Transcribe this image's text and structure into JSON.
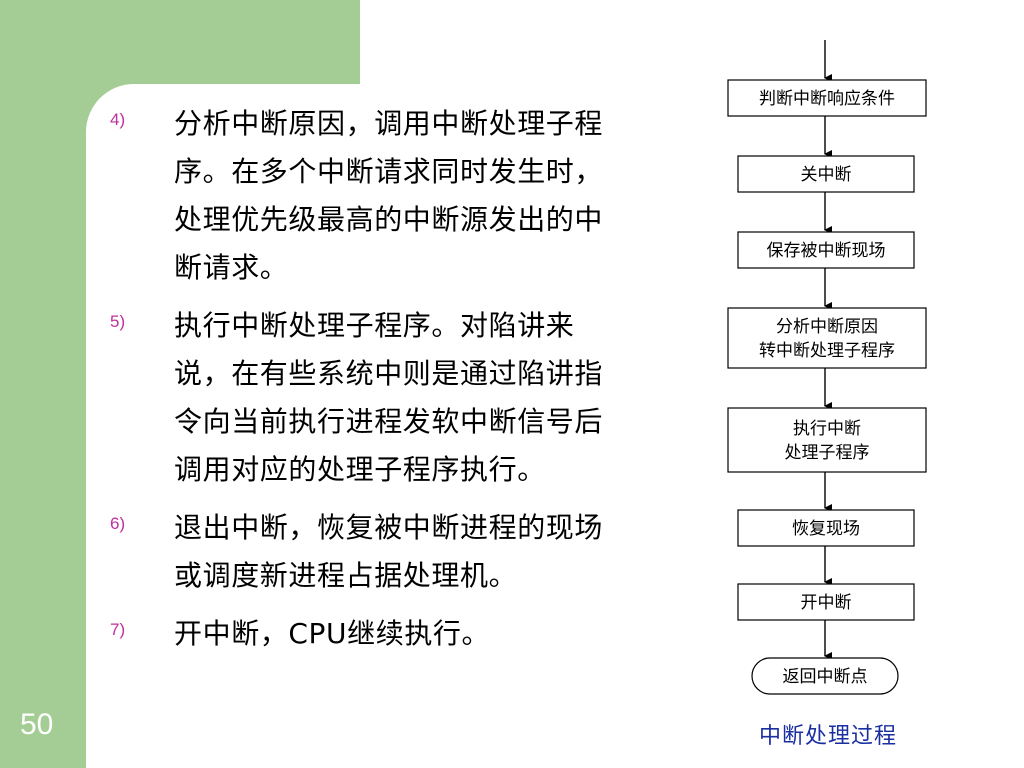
{
  "slide": {
    "page_number": "50"
  },
  "list": {
    "items": [
      {
        "num": "4)",
        "text": "分析中断原因，调用中断处理子程序。在多个中断请求同时发生时，处理优先级最高的中断源发出的中断请求。"
      },
      {
        "num": "5)",
        "text": "执行中断处理子程序。对陷讲来说，在有些系统中则是通过陷讲指令向当前执行进程发软中断信号后调用对应的处理子程序执行。"
      },
      {
        "num": "6)",
        "text": "退出中断，恢复被中断进程的现场或调度新进程占据处理机。"
      },
      {
        "num": "7)",
        "text": "开中断，CPU继续执行。"
      }
    ]
  },
  "flowchart": {
    "steps": [
      {
        "line1": "判断中断响应条件",
        "line2": ""
      },
      {
        "line1": "关中断",
        "line2": ""
      },
      {
        "line1": "保存被中断现场",
        "line2": ""
      },
      {
        "line1": "分析中断原因",
        "line2": "转中断处理子程序"
      },
      {
        "line1": "执行中断",
        "line2": "处理子程序"
      },
      {
        "line1": "恢复现场",
        "line2": ""
      },
      {
        "line1": "开中断",
        "line2": ""
      },
      {
        "line1": "返回中断点",
        "line2": ""
      }
    ],
    "caption": "中断处理过程",
    "caption_color": "#1a2fa0"
  },
  "colors": {
    "background": "#a3cd94",
    "number_color": "#c0309a"
  }
}
